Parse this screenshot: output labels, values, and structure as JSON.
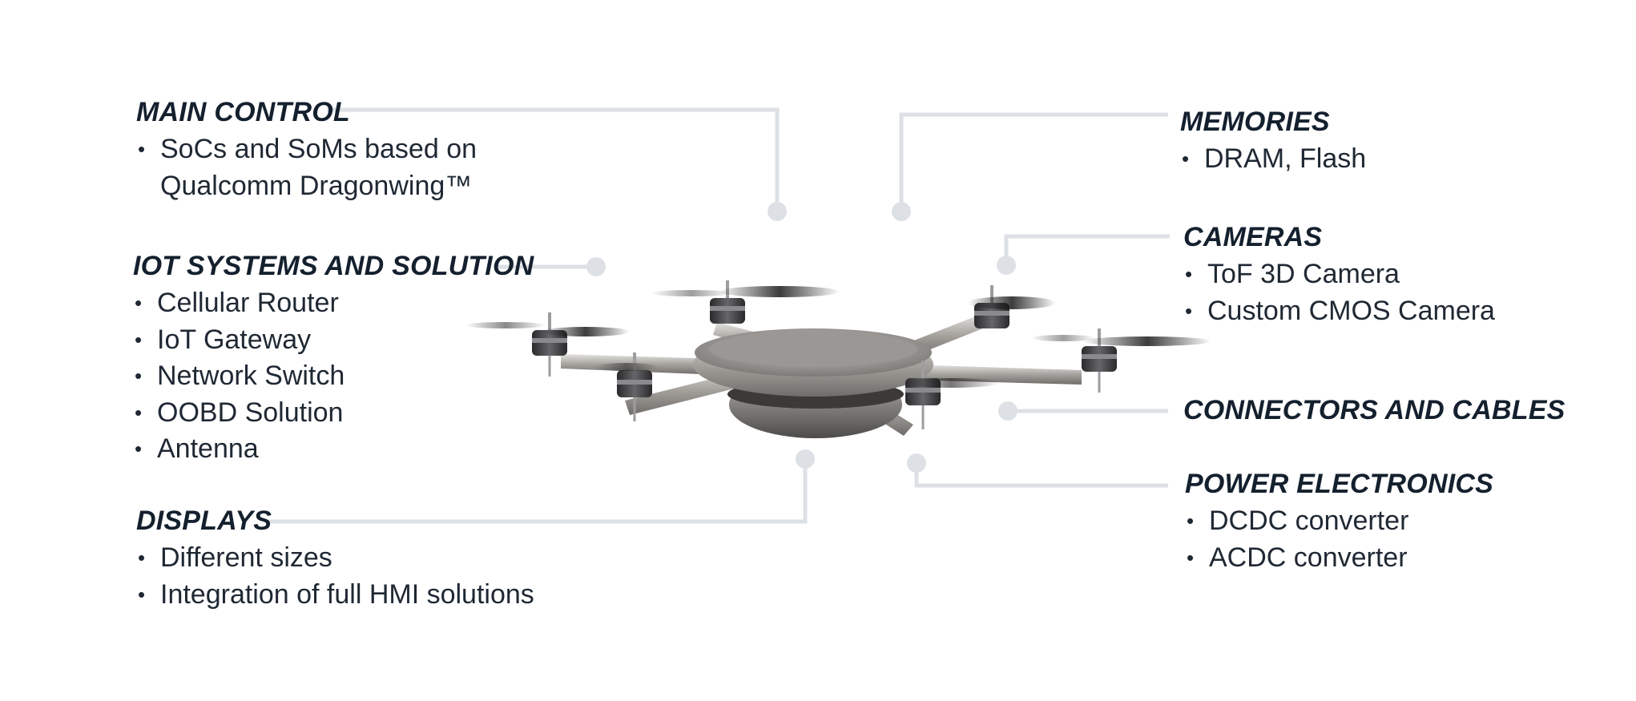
{
  "callouts": {
    "main_control": {
      "title": "MAIN CONTROL",
      "items": [
        "SoCs and SoMs based on",
        "Qualcomm Dragonwing™"
      ]
    },
    "iot": {
      "title": "IOT SYSTEMS AND SOLUTION",
      "items": [
        "Cellular Router",
        "IoT Gateway",
        "Network Switch",
        "OOBD Solution",
        "Antenna"
      ]
    },
    "displays": {
      "title": "DISPLAYS",
      "items": [
        "Different sizes",
        "Integration of full HMI solutions"
      ]
    },
    "memories": {
      "title": "MEMORIES",
      "items": [
        "DRAM, Flash"
      ]
    },
    "cameras": {
      "title": "CAMERAS",
      "items": [
        "ToF 3D Camera",
        "Custom CMOS Camera"
      ]
    },
    "connectors": {
      "title": "CONNECTORS AND CABLES"
    },
    "power": {
      "title": "POWER ELECTRONICS",
      "items": [
        "DCDC converter",
        "ACDC converter"
      ]
    }
  },
  "colors": {
    "text": "#14202e",
    "leader": "#dde1e6",
    "drone_metal": "#a9a7a5",
    "motor": "#3a3a3c"
  },
  "illustration": "hexacopter-drone"
}
